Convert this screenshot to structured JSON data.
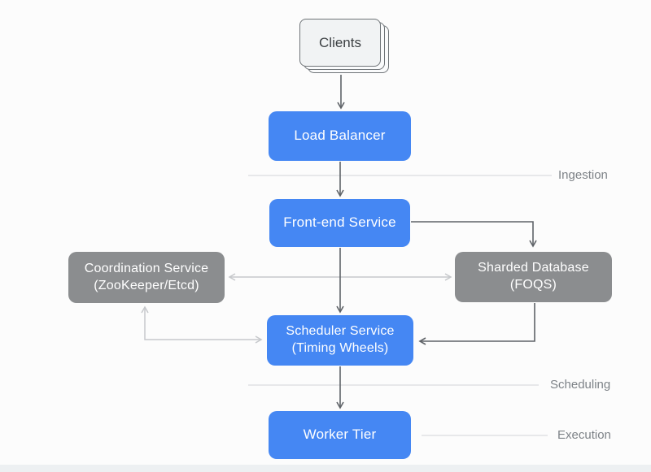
{
  "diagram": {
    "nodes": {
      "clients": {
        "label": "Clients"
      },
      "load_balancer": {
        "label": "Load Balancer"
      },
      "frontend_service": {
        "label": "Front-end Service"
      },
      "coordination_service": {
        "label": "Coordination Service",
        "sublabel": "(ZooKeeper/Etcd)"
      },
      "sharded_database": {
        "label": "Sharded Database",
        "sublabel": "(FOQS)"
      },
      "scheduler_service": {
        "label": "Scheduler Service",
        "sublabel": "(Timing Wheels)"
      },
      "worker_tier": {
        "label": "Worker Tier"
      }
    },
    "stage_labels": {
      "ingestion": "Ingestion",
      "scheduling": "Scheduling",
      "execution": "Execution"
    },
    "colors": {
      "primary_node": "#4587f3",
      "secondary_node": "#8b8d8f",
      "arrow_dark": "#5f6368",
      "arrow_light": "#c6c8cb",
      "divider_line": "#dadcde",
      "stage_label_text": "#7d8287",
      "clients_fill": "#f1f3f4",
      "clients_border": "#6f7478"
    }
  }
}
